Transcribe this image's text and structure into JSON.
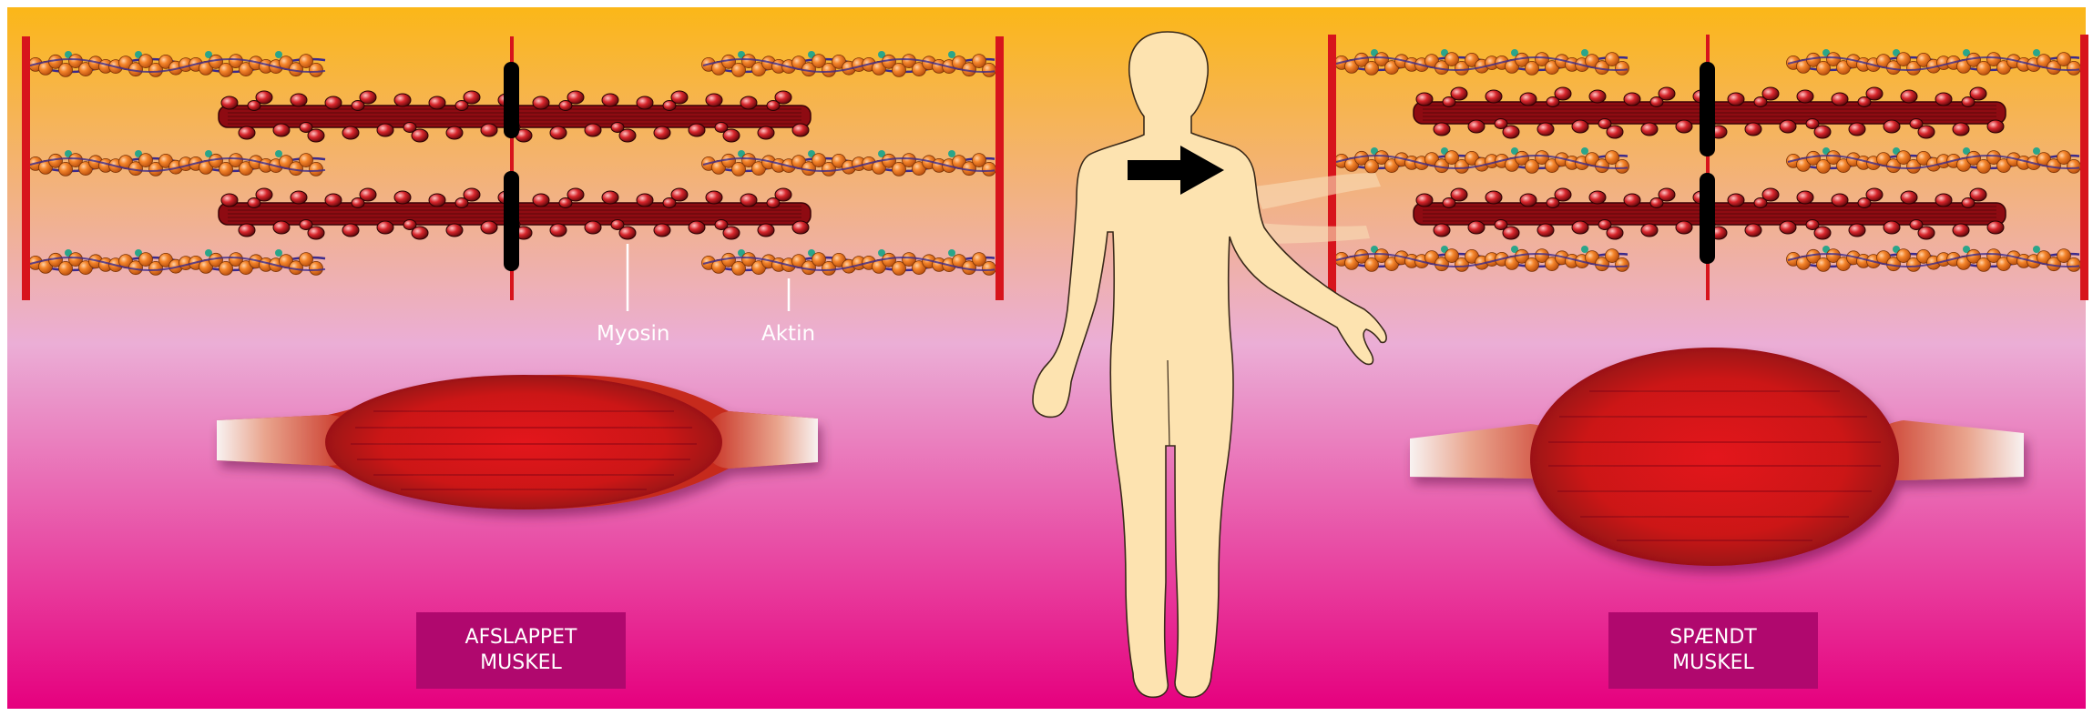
{
  "labels": {
    "myosin": "Myosin",
    "aktin": "Aktin",
    "relaxed": [
      "AFSLAPPET",
      "MUSKEL"
    ],
    "tense": [
      "SPÆNDT",
      "MUSKEL"
    ]
  },
  "colors": {
    "background_top": "#fbb718",
    "background_mid": "#ebaed6",
    "background_bottom": "#e6007e",
    "actin_bead": "#f07a1f",
    "actin_strand": "#3b2a8c",
    "troponin": "#2aa58a",
    "myosin": "#8e0b12",
    "myosin_head": "#d8262c",
    "z_disc": "#d7141c",
    "m_line": "#000000",
    "muscle": "#d50f16",
    "tendon": "#f6ecea",
    "body_skin": "#fde3b0",
    "badge": "#b0086e"
  },
  "icons": {
    "arrow": "right-arrow-icon",
    "figure": "human-figure-icon"
  }
}
